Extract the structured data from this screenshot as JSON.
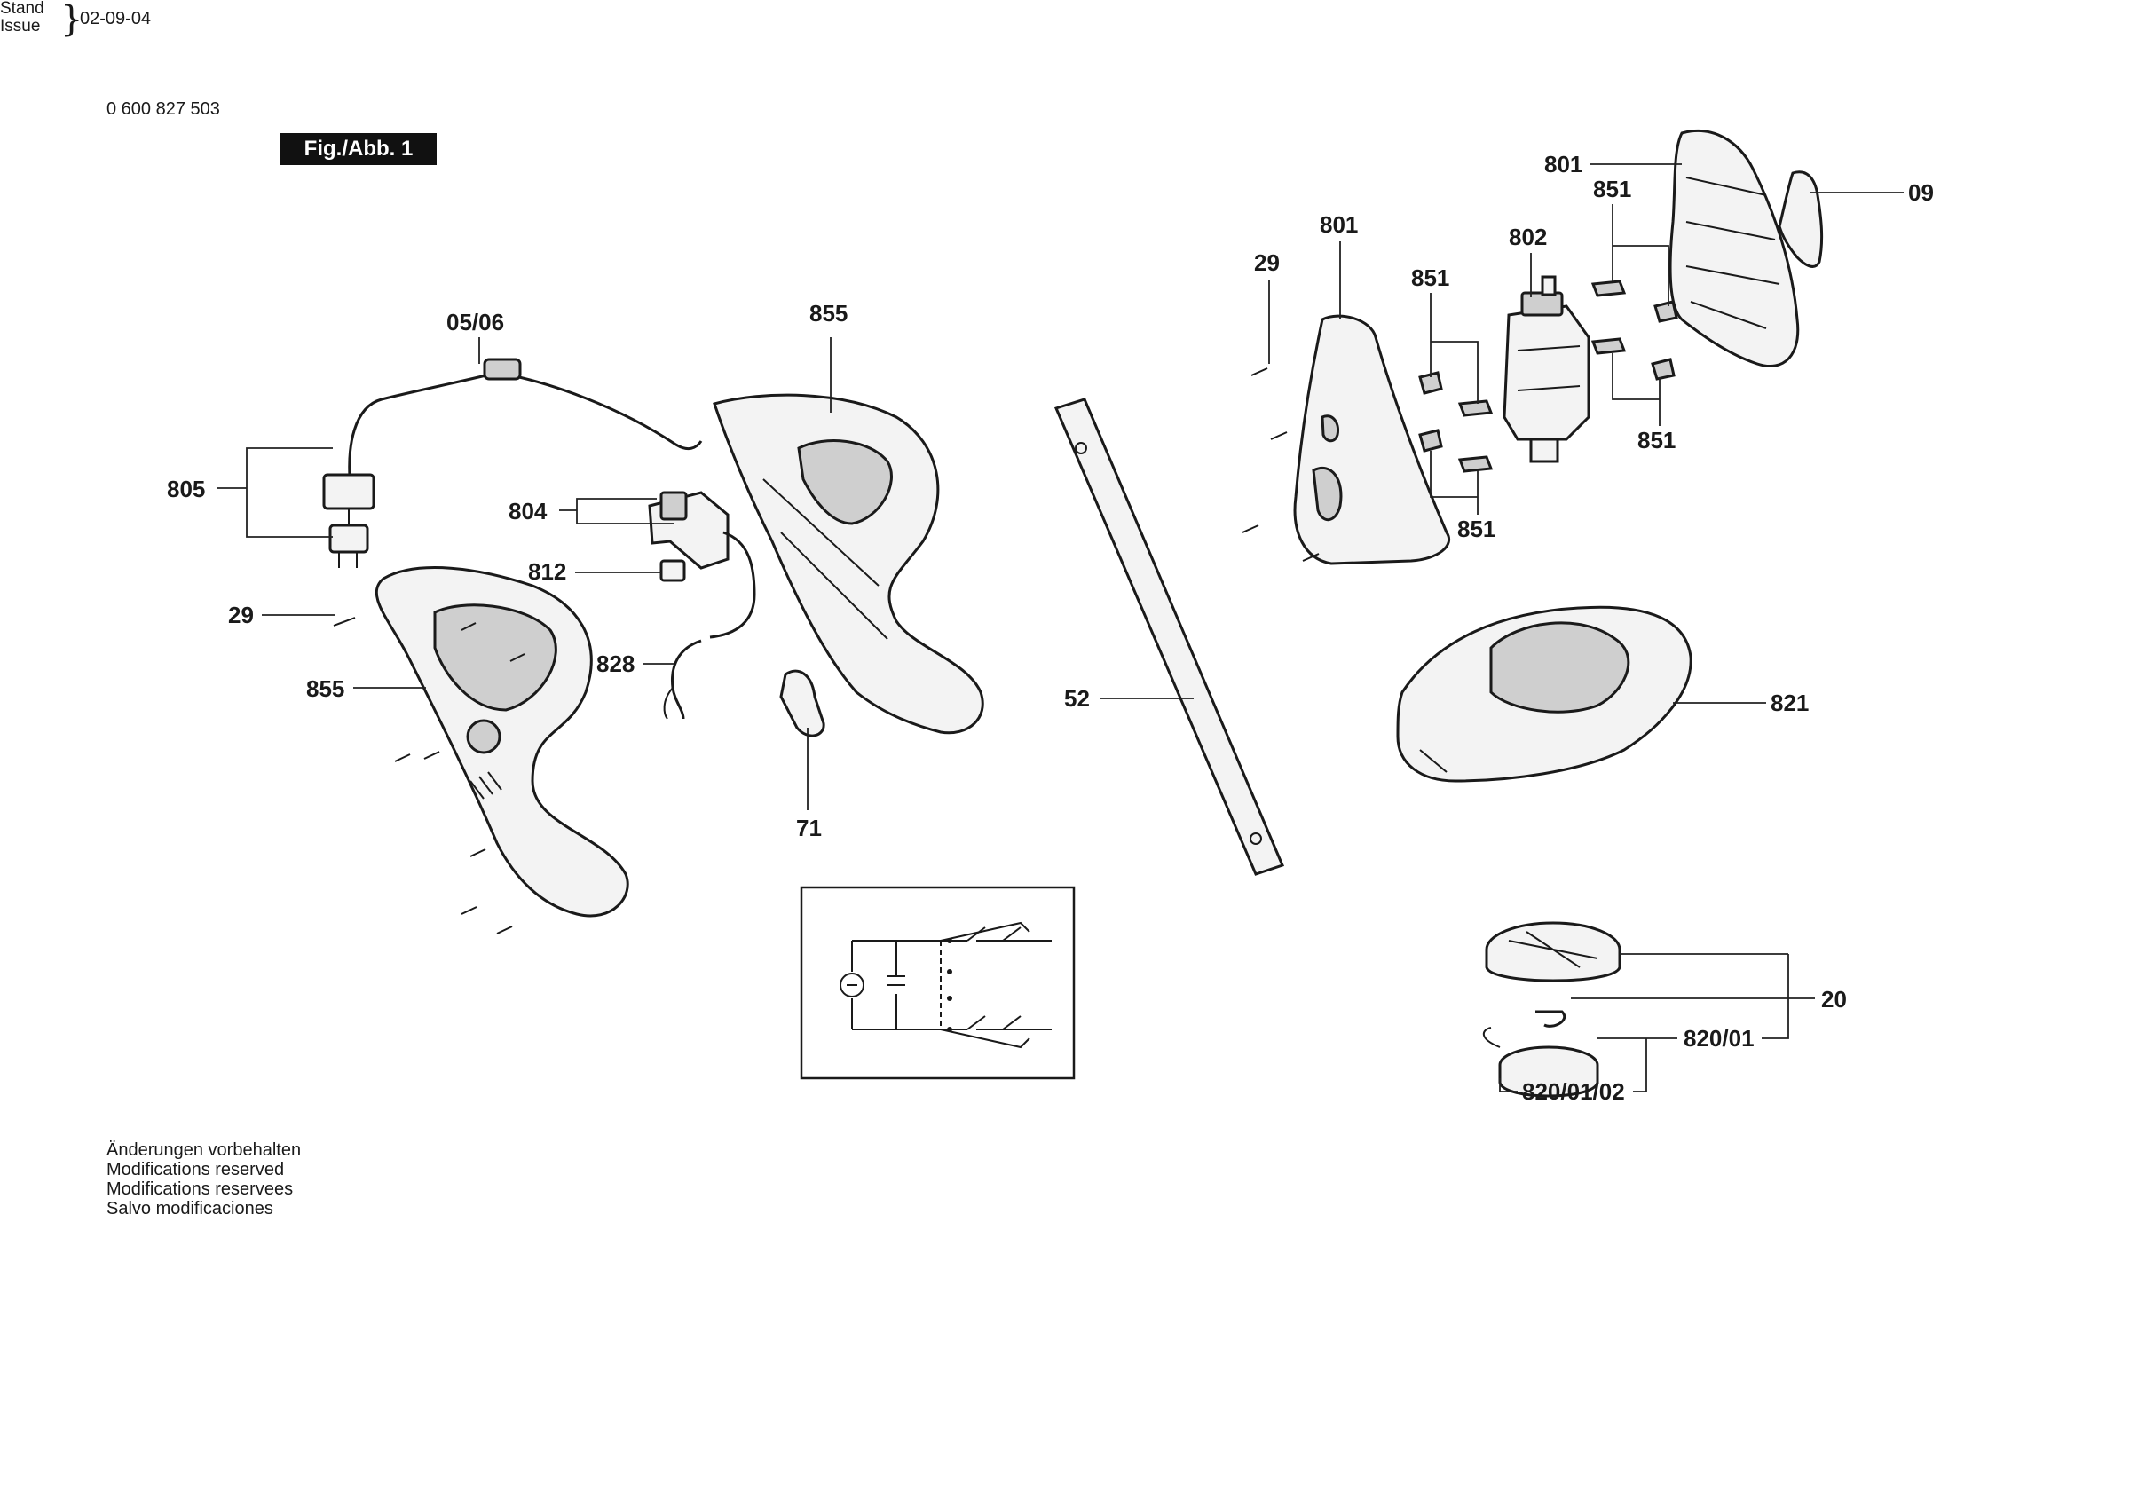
{
  "header": {
    "part_number": "0 600 827 503",
    "stand_label": "Stand",
    "issue_label": "Issue",
    "date": "02-09-04",
    "figure_label": "Fig./Abb. 1"
  },
  "callouts": {
    "c_0506": "05/06",
    "c_805": "805",
    "c_804": "804",
    "c_812": "812",
    "c_29_left": "29",
    "c_855_left": "855",
    "c_828": "828",
    "c_855_mid": "855",
    "c_71": "71",
    "c_52": "52",
    "c_29_right": "29",
    "c_801_mid": "801",
    "c_851_a": "851",
    "c_802": "802",
    "c_801_top": "801",
    "c_851_b": "851",
    "c_09": "09",
    "c_851_c": "851",
    "c_851_d": "851",
    "c_821": "821",
    "c_20": "20",
    "c_82001": "820/01",
    "c_8200102": "820/01/02"
  },
  "footer": {
    "line1": "Änderungen vorbehalten",
    "line2": "Modifications reserved",
    "line3": "Modifications reservees",
    "line4": "Salvo modificaciones"
  }
}
